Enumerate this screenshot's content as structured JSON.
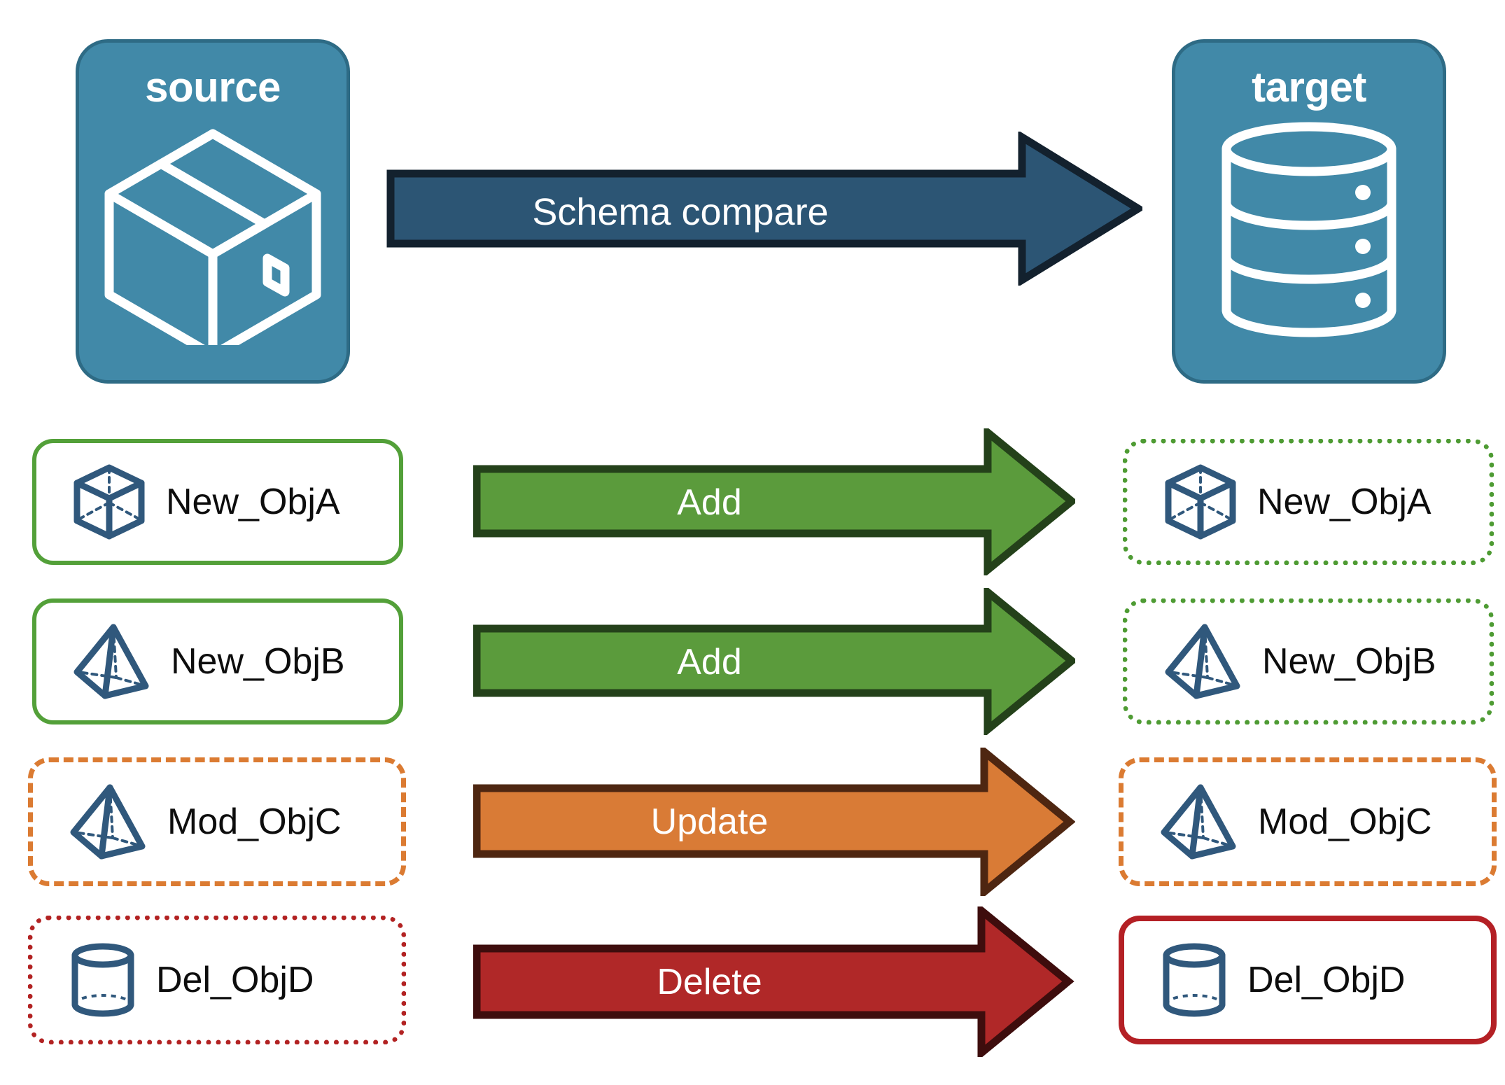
{
  "diagram": {
    "title": "Schema compare flow",
    "colors": {
      "endpoint_fill": "#4189A8",
      "endpoint_stroke": "#2E6B85",
      "icon_blue": "#30587C",
      "compare_arrow_fill": "#2C5574",
      "compare_arrow_stroke": "#13212E",
      "add_fill": "#5B9B3C",
      "add_stroke": "#24411A",
      "update_fill": "#D97B36",
      "update_stroke": "#4E2611",
      "delete_fill": "#B02828",
      "delete_stroke": "#3E0D0D",
      "green_border": "#53A039",
      "orange_border": "#DB7B32",
      "red_border": "#B22222",
      "red_solid_border": "#B42025"
    }
  },
  "endpoints": {
    "source": {
      "label": "source",
      "icon": "package-box-icon"
    },
    "target": {
      "label": "target",
      "icon": "database-cylinder-icon"
    }
  },
  "compare_arrow": {
    "label": "Schema compare"
  },
  "rows": [
    {
      "action": "Add",
      "action_color": "#5B9B3C",
      "source": {
        "label": "New_ObjA",
        "icon": "wireframe-cube-icon",
        "border": "green-solid"
      },
      "target": {
        "label": "New_ObjA",
        "icon": "wireframe-cube-icon",
        "border": "green-dotted"
      }
    },
    {
      "action": "Add",
      "action_color": "#5B9B3C",
      "source": {
        "label": "New_ObjB",
        "icon": "wireframe-pyramid-icon",
        "border": "green-solid"
      },
      "target": {
        "label": "New_ObjB",
        "icon": "wireframe-pyramid-icon",
        "border": "green-dotted"
      }
    },
    {
      "action": "Update",
      "action_color": "#D97B36",
      "source": {
        "label": "Mod_ObjC",
        "icon": "wireframe-pyramid-icon",
        "border": "orange-dashed"
      },
      "target": {
        "label": "Mod_ObjC",
        "icon": "wireframe-pyramid-icon",
        "border": "orange-dashed"
      }
    },
    {
      "action": "Delete",
      "action_color": "#B02828",
      "source": {
        "label": "Del_ObjD",
        "icon": "wireframe-cylinder-icon",
        "border": "red-dotted"
      },
      "target": {
        "label": "Del_ObjD",
        "icon": "wireframe-cylinder-icon",
        "border": "red-solid"
      }
    }
  ]
}
